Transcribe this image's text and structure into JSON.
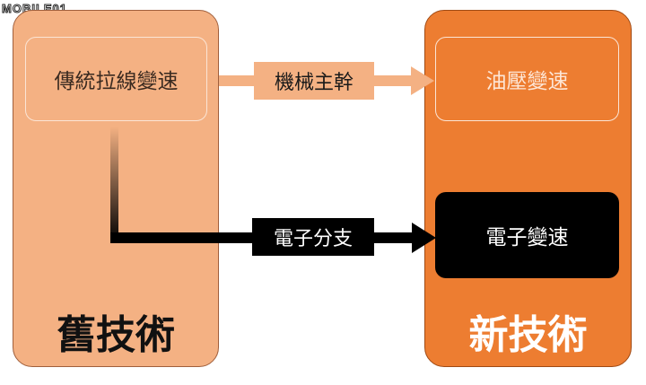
{
  "watermark": "MOBILE01",
  "old_tech": {
    "title": "舊技術",
    "node": "傳統拉線變速"
  },
  "new_tech": {
    "title": "新技術",
    "node_top": "油壓變速",
    "node_bottom": "電子變速"
  },
  "edges": {
    "mechanical": "機械主幹",
    "electronic": "電子分支"
  },
  "colors": {
    "old_panel": "#f4b183",
    "new_panel": "#ed7d31",
    "electronic": "#000000"
  }
}
